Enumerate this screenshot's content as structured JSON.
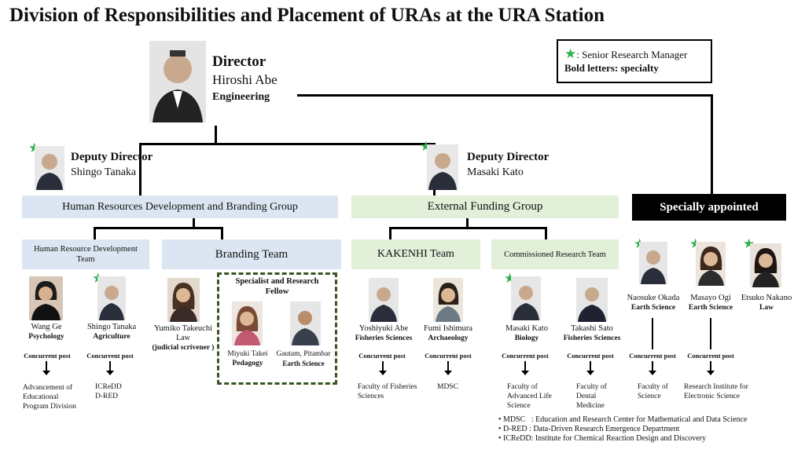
{
  "title": "Division of Responsibilities and Placement of URAs at the URA Station",
  "legend": {
    "star_text": ": Senior Research Manager",
    "bold_text": "Bold letters: specialty"
  },
  "star_glyph": "★",
  "colors": {
    "star": "#2db04a",
    "blue_box": "#dce6f2",
    "green_box": "#e2efd9",
    "dashed_border": "#375623"
  },
  "director": {
    "role": "Director",
    "name": "Hiroshi Abe",
    "specialty": "Engineering"
  },
  "deputies": [
    {
      "role": "Deputy Director",
      "name": "Shingo Tanaka"
    },
    {
      "role": "Deputy Director",
      "name": "Masaki Kato"
    }
  ],
  "groups": {
    "hr_branding": "Human Resources Development and Branding Group",
    "external_funding": "External Funding Group",
    "special": "Specially appointed"
  },
  "teams": {
    "hr_dev": "Human Resource Development Team",
    "branding": "Branding Team",
    "kakenhi": "KAKENHI Team",
    "commissioned": "Commissioned Research Team"
  },
  "specialist_label": "Specialist and Research Fellow",
  "concurrent_label": "Concurrent post",
  "people": {
    "wang": {
      "name": "Wang Ge",
      "spec": "Psychology",
      "dest": "Advancement of Educational Program Division"
    },
    "tanaka": {
      "name": "Shingo Tanaka",
      "spec": "Agriculture",
      "dest1": "ICReDD",
      "dest2": "D-RED"
    },
    "takeuchi": {
      "name": "Yumiko Takeuchi",
      "spec": "Law",
      "note": "(judicial scrivener )"
    },
    "takei": {
      "name": "Miyuki Takei",
      "spec": "Pedagogy"
    },
    "gautam": {
      "name": "Gautam, Pitambar",
      "spec": "Earth Science"
    },
    "yabe": {
      "name": "Yoshiyuki Abe",
      "spec": "Fisheries Sciences",
      "dest": "Faculty of Fisheries Sciences"
    },
    "ishimura": {
      "name": "Fumi Ishimura",
      "spec": "Archaeology",
      "dest": "MDSC"
    },
    "kato": {
      "name": "Masaki Kato",
      "spec": "Biology",
      "dest": "Faculty of Advanced Life Science"
    },
    "sato": {
      "name": "Takashi Sato",
      "spec": "Fisheries Sciences",
      "dest": "Faculty of Dental Medicine"
    },
    "okada": {
      "name": "Naosuke Okada",
      "spec": "Earth Science",
      "dest": "Faculty of Science"
    },
    "ogi": {
      "name": "Masayo Ogi",
      "spec": "Earth Science",
      "dest": "Research Institute for Electronic Science"
    },
    "nakano": {
      "name": "Etsuko Nakano",
      "spec": "Law"
    }
  },
  "notes": [
    "• MDSC   : Education and Research Center for Mathematical and Data Science",
    "• D-RED : Data-Driven Research Emergence Department",
    "• ICReDD: Institute for Chemical Reaction Design and Discovery"
  ]
}
